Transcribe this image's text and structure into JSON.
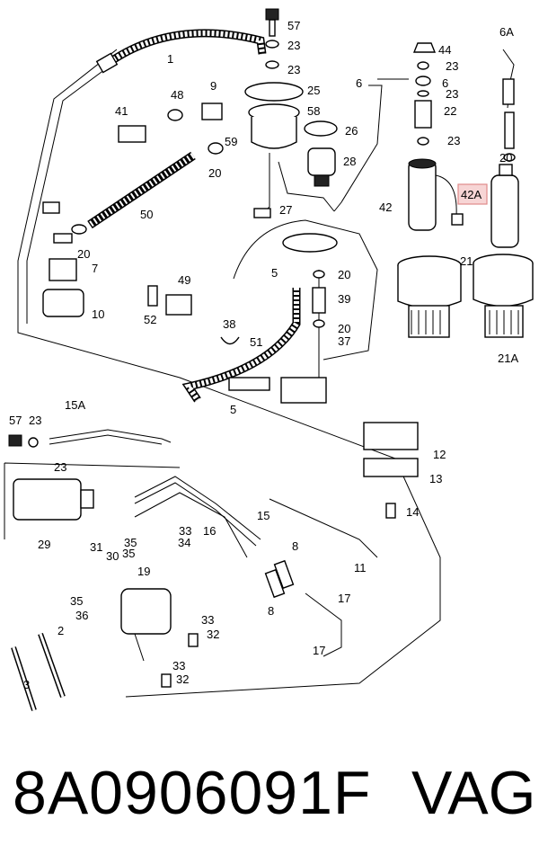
{
  "caption": {
    "part_number": "8A0906091F",
    "brand": "VAG"
  },
  "highlight": {
    "label": "42A",
    "color": "#e08a8a"
  },
  "callouts": [
    "57",
    "23",
    "23",
    "1",
    "25",
    "58",
    "26",
    "6",
    "44",
    "23",
    "6",
    "23",
    "22",
    "23",
    "6A",
    "20",
    "41",
    "48",
    "9",
    "59",
    "20",
    "28",
    "50",
    "27",
    "42",
    "42A",
    "21",
    "20",
    "7",
    "5",
    "20",
    "39",
    "10",
    "49",
    "52",
    "20",
    "37",
    "38",
    "51",
    "5",
    "21A",
    "15A",
    "57",
    "23",
    "23",
    "12",
    "13",
    "14",
    "29",
    "31",
    "30",
    "35",
    "34",
    "35",
    "33",
    "16",
    "15",
    "8",
    "11",
    "19",
    "35",
    "36",
    "33",
    "32",
    "33",
    "32",
    "8",
    "17",
    "17",
    "2",
    "3"
  ]
}
